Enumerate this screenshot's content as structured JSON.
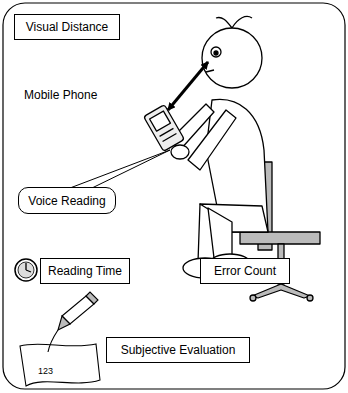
{
  "diagram": {
    "nodes": [
      {
        "text": [
          "Visual Distance"
        ]
      },
      {
        "text": [
          "Voice Reading"
        ]
      },
      {
        "text": [
          "Reading Time"
        ]
      },
      {
        "text": [
          "Error Count"
        ]
      },
      {
        "text": [
          "Subjective Evaluation"
        ]
      }
    ],
    "labels": [
      "Mobile Phone",
      "123"
    ]
  }
}
